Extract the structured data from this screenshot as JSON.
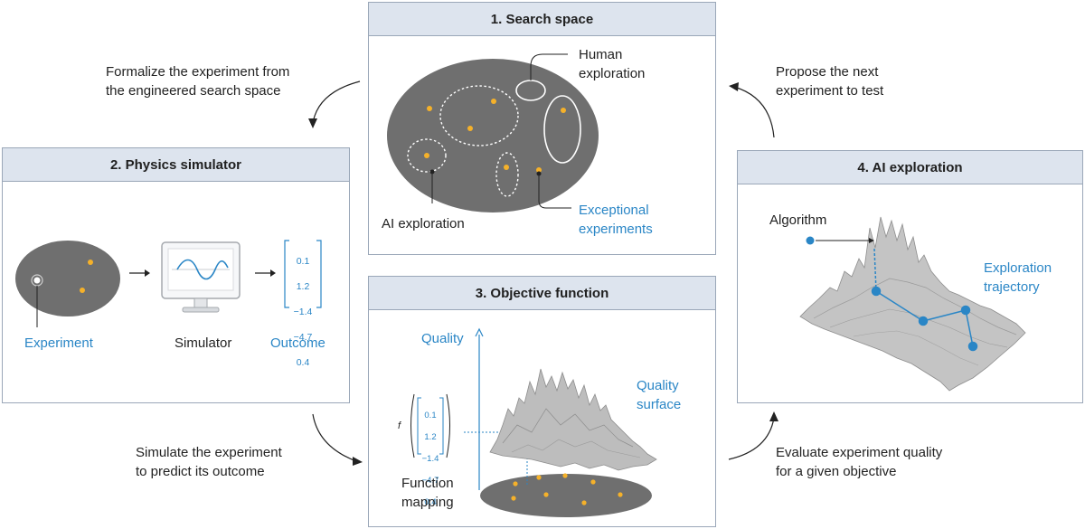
{
  "panels": {
    "search_space": {
      "title": "1. Search space"
    },
    "physics_simulator": {
      "title": "2. Physics simulator"
    },
    "objective_function": {
      "title": "3. Objective function"
    },
    "ai_exploration": {
      "title": "4. AI exploration"
    }
  },
  "flow": {
    "formalize": "Formalize the experiment from\nthe engineered search space",
    "simulate": "Simulate the experiment\nto predict its outcome",
    "propose": "Propose the next\nexperiment to test",
    "evaluate": "Evaluate experiment quality\nfor a given objective"
  },
  "search_space": {
    "human_exploration": "Human\nexploration",
    "ai_exploration": "AI exploration",
    "exceptional_experiments": "Exceptional\nexperiments"
  },
  "simulator": {
    "experiment": "Experiment",
    "simulator": "Simulator",
    "outcome": "Outcome",
    "vector": [
      "0.1",
      "1.2",
      "−1.4",
      "−4.7",
      "0.4"
    ]
  },
  "objective": {
    "quality_axis": "Quality",
    "quality_surface": "Quality\nsurface",
    "function_mapping": "Function\nmapping",
    "f_symbol": "f",
    "vector": [
      "0.1",
      "1.2",
      "−1.4",
      "−4.7",
      "0.4"
    ]
  },
  "ai": {
    "algorithm": "Algorithm",
    "trajectory": "Exploration\ntrajectory"
  },
  "colors": {
    "accent_blue": "#2a86c6",
    "header_fill": "#dde4ee",
    "panel_border": "#9aa7b8",
    "space_gray": "#6f6f6f",
    "star_gold": "#f5b12a"
  }
}
